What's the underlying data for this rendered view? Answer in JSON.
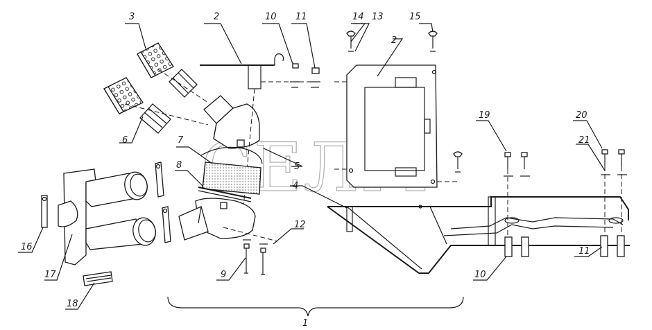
{
  "watermark": "СЕЛМ",
  "callouts": {
    "c1": "1",
    "c2a": "2",
    "c2b": "2",
    "c3": "3",
    "c4": "4",
    "c5": "5",
    "c6": "6",
    "c7": "7",
    "c8": "8",
    "c9": "9",
    "c10a": "10",
    "c10b": "10",
    "c11a": "11",
    "c11b": "11",
    "c12": "12",
    "c13": "13",
    "c14": "14",
    "c15": "15",
    "c16": "16",
    "c17": "17",
    "c18": "18",
    "c19": "19",
    "c20": "20",
    "c21": "21"
  }
}
